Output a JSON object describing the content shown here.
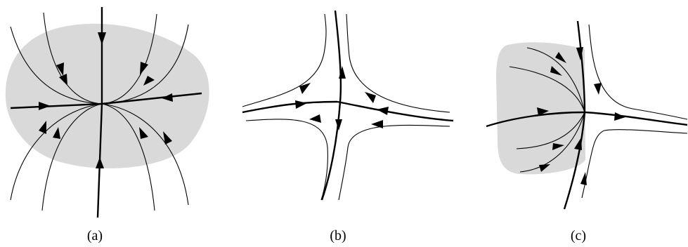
{
  "panels": [
    {
      "id": "a",
      "caption": "(a)",
      "type": "stable-node-with-basin"
    },
    {
      "id": "b",
      "caption": "(b)",
      "type": "saddle"
    },
    {
      "id": "c",
      "caption": "(c)",
      "type": "saddle-node-with-basin"
    }
  ],
  "colors": {
    "basin": "#d9d9d9",
    "trajectory": "#000000",
    "background": "#ffffff"
  }
}
